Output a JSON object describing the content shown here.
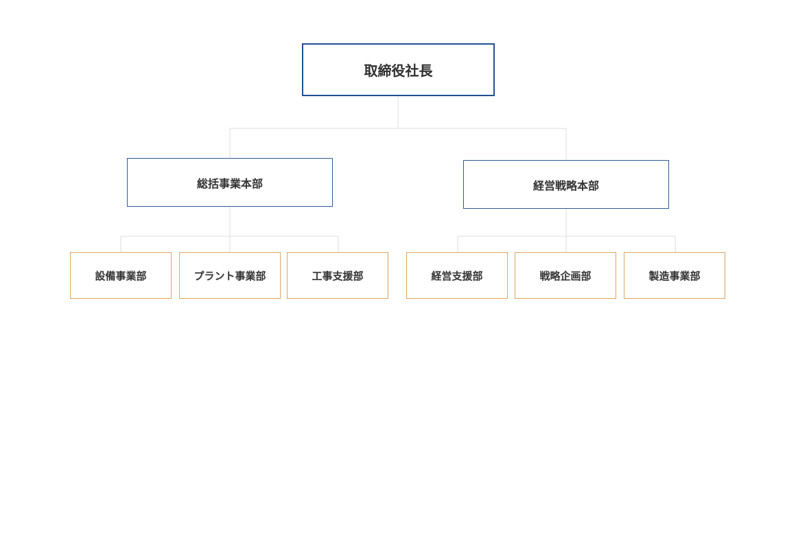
{
  "org_chart": {
    "ceo": {
      "label": "取締役社長"
    },
    "divisions": [
      {
        "label": "総括事業本部",
        "departments": [
          {
            "label": "設備事業部"
          },
          {
            "label": "プラント事業部"
          },
          {
            "label": "工事支援部"
          }
        ]
      },
      {
        "label": "経営戦略本部",
        "departments": [
          {
            "label": "経営支援部"
          },
          {
            "label": "戦略企画部"
          },
          {
            "label": "製造事業部"
          }
        ]
      }
    ],
    "colors": {
      "ceo_border": "#1f4f93",
      "division_border": "#2a5a9a",
      "department_border": "#dea45f",
      "connector": "#dcdcdc",
      "text": "#333333",
      "background": "#ffffff"
    }
  }
}
